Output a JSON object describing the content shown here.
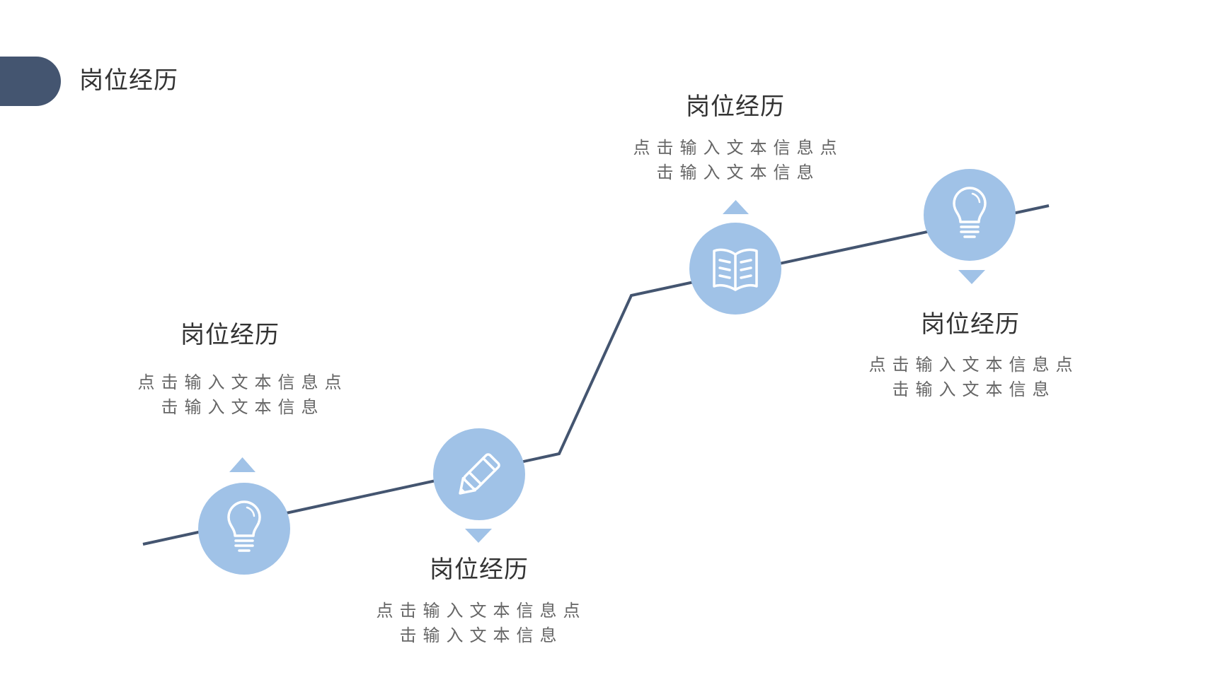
{
  "header": {
    "title": "岗位经历"
  },
  "colors": {
    "accent": "#A0C2E7",
    "line": "#445570",
    "tab": "#445570"
  },
  "nodes": [
    {
      "icon": "lightbulb-icon",
      "title": "岗位经历",
      "text_line1": "点击输入文本信息点",
      "text_line2": "击输入文本信息"
    },
    {
      "icon": "pencil-icon",
      "title": "岗位经历",
      "text_line1": "点击输入文本信息点",
      "text_line2": "击输入文本信息"
    },
    {
      "icon": "book-icon",
      "title": "岗位经历",
      "text_line1": "点击输入文本信息点",
      "text_line2": "击输入文本信息"
    },
    {
      "icon": "lightbulb-icon",
      "title": "岗位经历",
      "text_line1": "点击输入文本信息点",
      "text_line2": "击输入文本信息"
    }
  ]
}
